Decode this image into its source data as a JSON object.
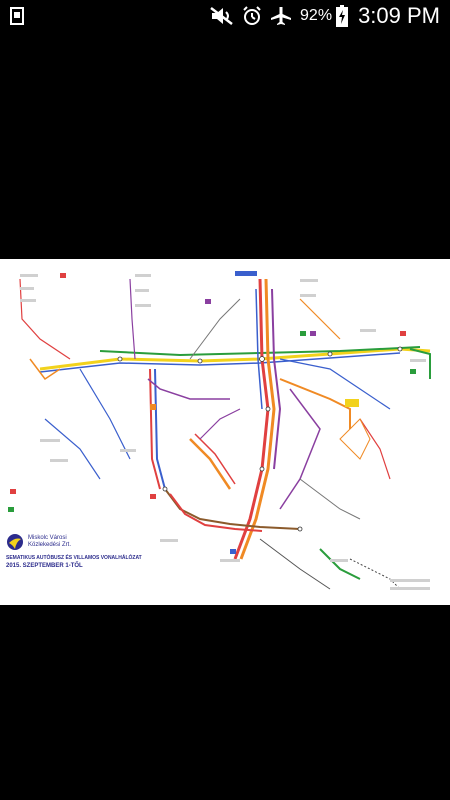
{
  "status_bar": {
    "battery_percent": "92%",
    "time": "3:09 PM",
    "icons": [
      "mute-icon",
      "alarm-icon",
      "airplane-mode-icon",
      "battery-charging-icon"
    ]
  },
  "map": {
    "operator_line1": "Miskolc Városi",
    "operator_line2": "Közlekedési Zrt.",
    "title": "SEMATIKUS AUTÓBUSZ ÉS VILLAMOS VONALHÁLÓZAT",
    "subtitle": "2015. SZEPTEMBER 1-TŐL"
  },
  "colors": {
    "background": "#000000",
    "map_background": "#ffffff",
    "tram_green": "#2a9d3c",
    "line_red": "#e04040",
    "line_blue": "#3a5fcd",
    "line_purple": "#8a3fa0",
    "line_orange": "#f08a24",
    "line_yellow": "#f2d21c",
    "line_brown": "#8b5a2b",
    "operator_blue": "#2c2c8c"
  }
}
